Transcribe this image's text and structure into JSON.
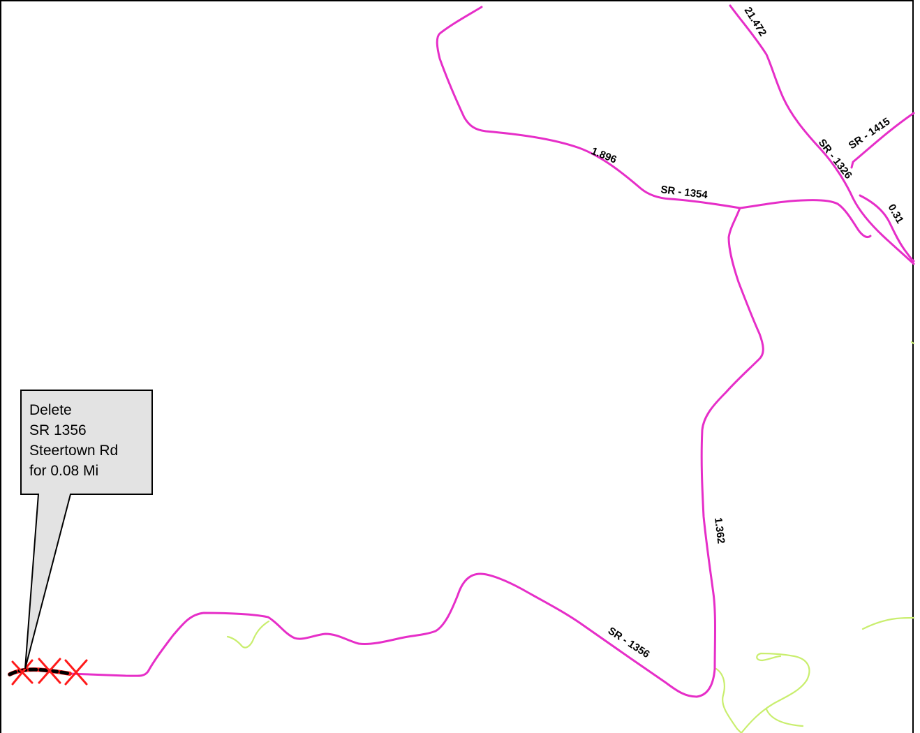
{
  "colors": {
    "primary_road": "#e62ec8",
    "minor_road": "#c9ee6e",
    "delete_marker": "#ff1a1a",
    "callout_fill": "#e3e3e3"
  },
  "road_labels": {
    "sr_1354": "SR - 1354",
    "sr_1356": "SR - 1356",
    "sr_1326": "SR - 1326",
    "sr_1415": "SR - 1415",
    "mile_1_896": "1.896",
    "mile_1_362": "1.362",
    "mile_21_472": "21.472",
    "mile_0_31": "0.31"
  },
  "callout": {
    "line1": "Delete",
    "line2": "SR 1356",
    "line3": "Steertown Rd",
    "line4": "for 0.08 Mi"
  },
  "icons": {
    "delete_marker": "x-mark-icon"
  }
}
